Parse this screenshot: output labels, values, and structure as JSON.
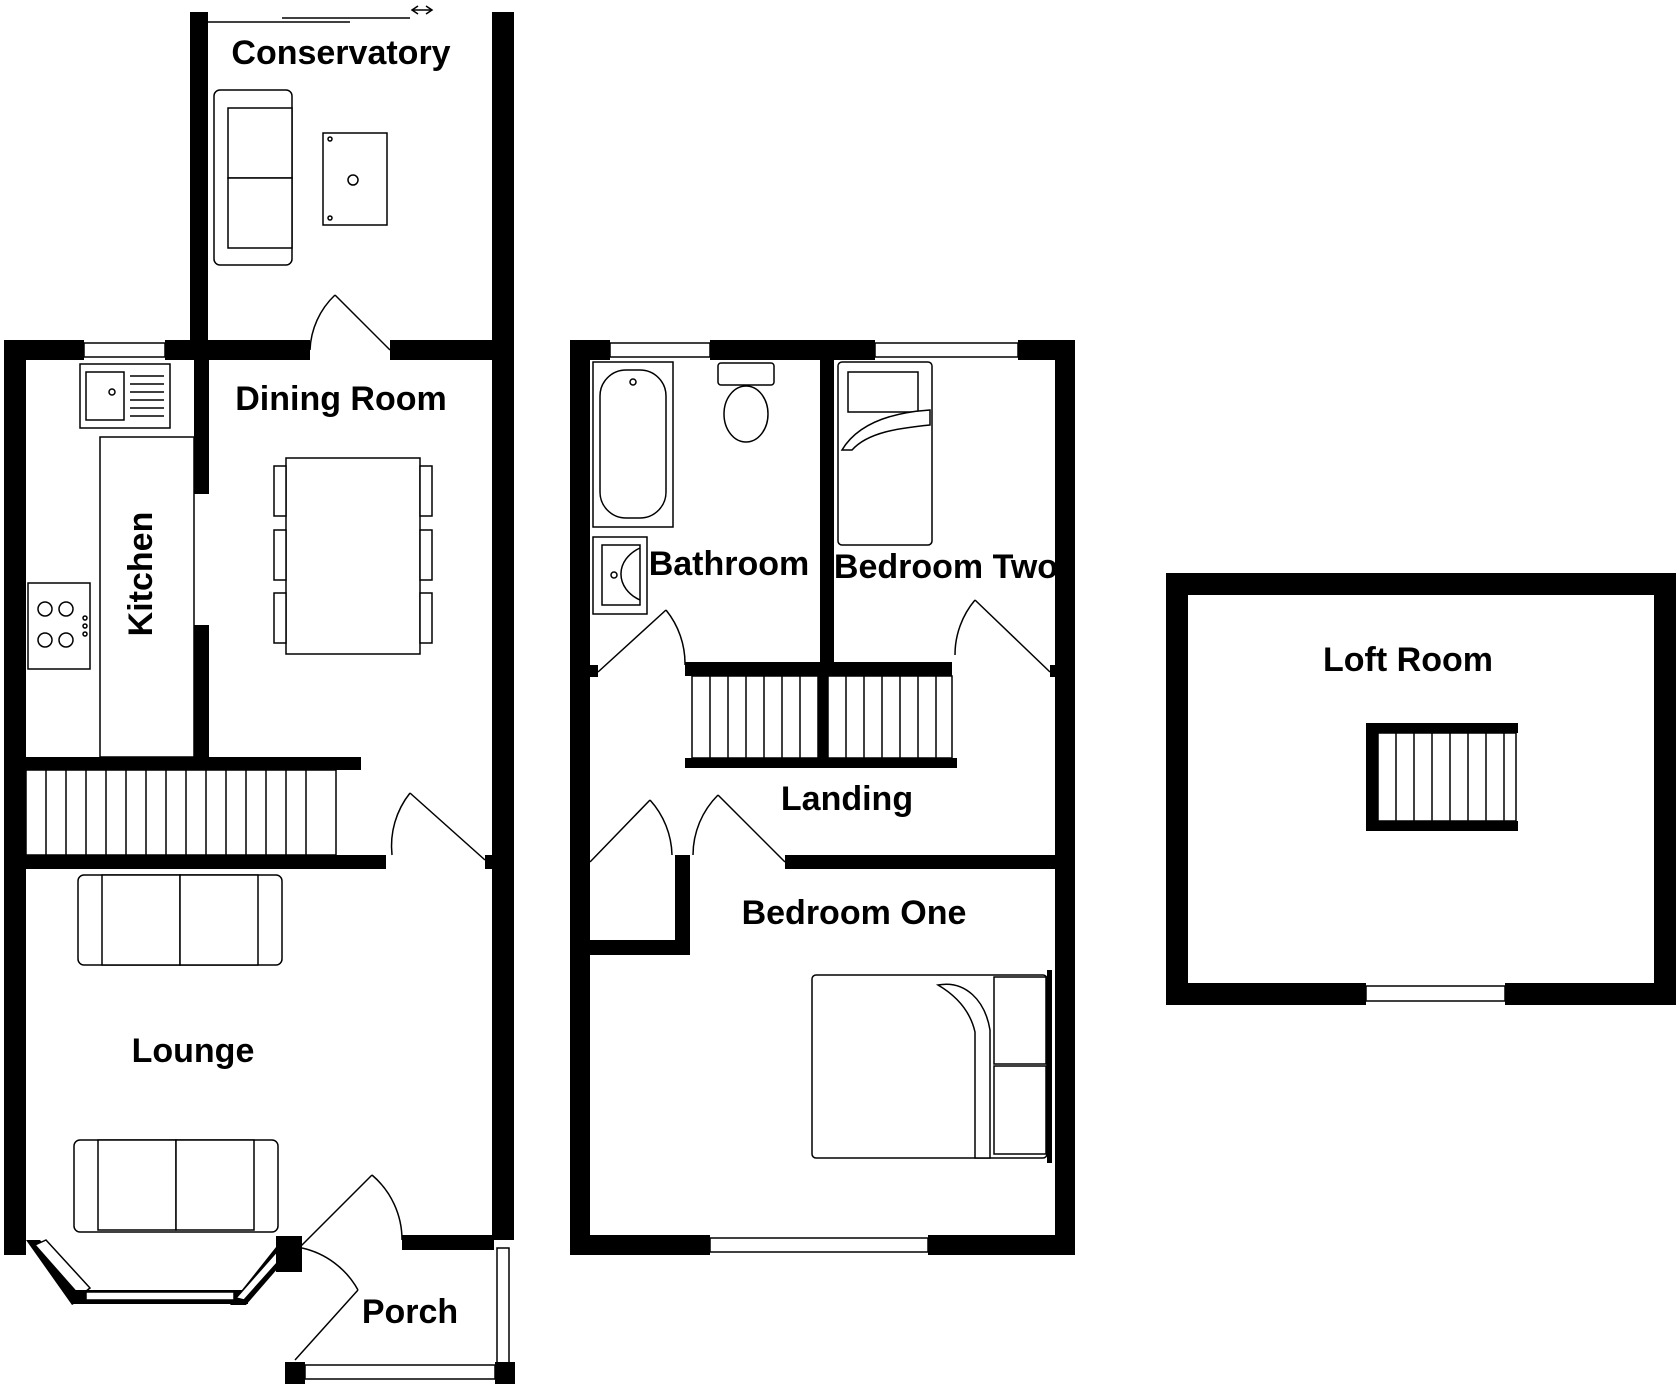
{
  "rooms": {
    "conservatory": "Conservatory",
    "dining_room": "Dining Room",
    "kitchen": "Kitchen",
    "lounge": "Lounge",
    "porch": "Porch",
    "bathroom": "Bathroom",
    "bedroom_two": "Bedroom Two",
    "landing": "Landing",
    "bedroom_one": "Bedroom One",
    "loft_room": "Loft Room"
  },
  "icons": [
    "sliding-door-icon",
    "sofa-icon",
    "table-icon",
    "sink-icon",
    "hob-icon",
    "bath-icon",
    "toilet-icon",
    "basin-icon",
    "bed-icon",
    "stairs-icon",
    "door-swing-icon",
    "window-icon"
  ],
  "colors": {
    "walls": "#000000",
    "background": "#ffffff"
  }
}
